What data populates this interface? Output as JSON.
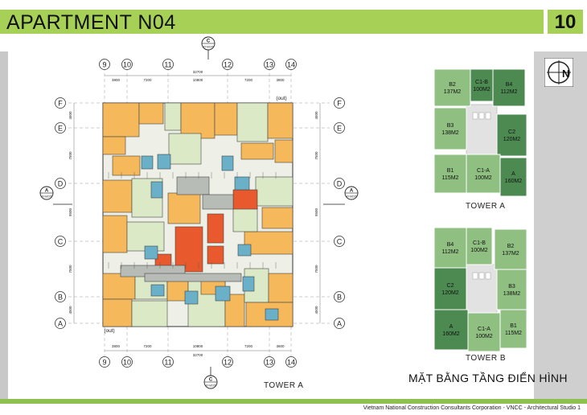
{
  "header": {
    "title": "APARTMENT N04",
    "page_number": "10"
  },
  "footer": {
    "credit": "Vietnam National Construction Consultants Corporation - VNCC - Architectural Studio 1"
  },
  "plan": {
    "tower_label": "TOWER A",
    "grid_columns": [
      "9",
      "10",
      "11",
      "12",
      "13",
      "14"
    ],
    "grid_rows": [
      "F",
      "E",
      "D",
      "C",
      "B",
      "A"
    ],
    "top_dims": [
      "3800",
      "7200",
      "10800",
      "7200",
      "3800"
    ],
    "bottom_dims": [
      "3800",
      "7200",
      "10800",
      "7200",
      "3600"
    ],
    "total_dim": "32700",
    "left_dims": [
      "4500",
      "7500",
      "9500",
      "7500",
      "4500"
    ],
    "section_top": "C",
    "section_top_sub": "AT-MC05",
    "section_bottom": "C",
    "section_bottom_sub": "AT-MC05",
    "section_left": "A",
    "section_left_sub": "AT-MC05",
    "section_right": "A",
    "section_right_sub": "AT-MC05",
    "out_top": "(out)",
    "out_bottom": "(out)"
  },
  "compass": {
    "label": "N"
  },
  "keyplans": [
    {
      "label": "TOWER A",
      "units": [
        {
          "name": "B2",
          "area": "137M2",
          "color": "#8fbf81"
        },
        {
          "name": "C1-B",
          "area": "100M2",
          "color": "#4c8a52"
        },
        {
          "name": "B4",
          "area": "112M2",
          "color": "#4c8a52"
        },
        {
          "name": "B3",
          "area": "138M2",
          "color": "#8fbf81"
        },
        {
          "name": "C2",
          "area": "120M2",
          "color": "#4c8a52"
        },
        {
          "name": "B1",
          "area": "115M2",
          "color": "#8fbf81"
        },
        {
          "name": "C1-A",
          "area": "100M2",
          "color": "#8fbf81"
        },
        {
          "name": "A",
          "area": "160M2",
          "color": "#4c8a52"
        }
      ]
    },
    {
      "label": "TOWER B",
      "units": [
        {
          "name": "B4",
          "area": "112M2",
          "color": "#8fbf81"
        },
        {
          "name": "C1-B",
          "area": "100M2",
          "color": "#8fbf81"
        },
        {
          "name": "B2",
          "area": "137M2",
          "color": "#8fbf81"
        },
        {
          "name": "C2",
          "area": "120M2",
          "color": "#4c8a52"
        },
        {
          "name": "B3",
          "area": "138M2",
          "color": "#8fbf81"
        },
        {
          "name": "A",
          "area": "160M2",
          "color": "#4c8a52"
        },
        {
          "name": "C1-A",
          "area": "100M2",
          "color": "#8fbf81"
        },
        {
          "name": "B1",
          "area": "115M2",
          "color": "#8fbf81"
        }
      ]
    }
  ],
  "caption": "MẶT BẰNG TẦNG ĐIỂN HÌNH",
  "colors": {
    "accent": "#a7d156",
    "apartment_orange": "#f5b85a",
    "apartment_green": "#dbe9c7",
    "core_red": "#e8592e"
  }
}
